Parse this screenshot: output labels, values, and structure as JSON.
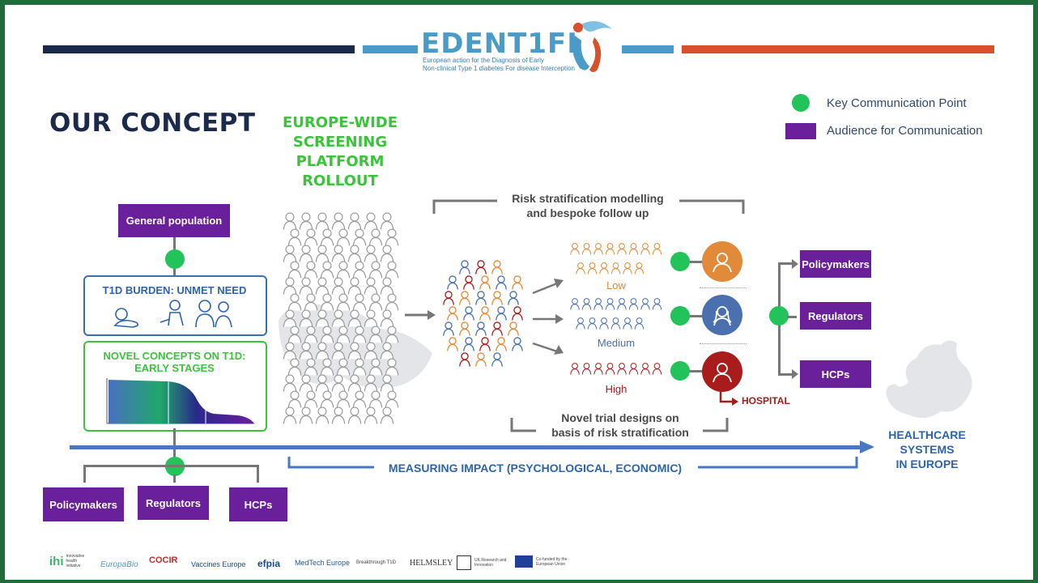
{
  "header": {
    "logo_text": "EDENT1FI",
    "logo_subtitle_line1": "European action for the Diagnosis of Early",
    "logo_subtitle_line2": "Non-clinical Type 1 diabetes For disease Interception"
  },
  "title": "OUR CONCEPT",
  "rollout": {
    "line1": "EUROPE-WIDE",
    "line2": "SCREENING",
    "line3": "PLATFORM",
    "line4": "ROLLOUT"
  },
  "legend": {
    "key_point": "Key Communication Point",
    "audience": "Audience for Communication"
  },
  "left": {
    "general_population": "General population",
    "burden_title": "T1D BURDEN: UNMET NEED",
    "novel_title_line1": "NOVEL CONCEPTS ON T1D:",
    "novel_title_line2": "EARLY STAGES"
  },
  "risk": {
    "header_line1": "Risk stratification modelling",
    "header_line2": "and bespoke follow up",
    "low": "Low",
    "medium": "Medium",
    "high": "High",
    "hospital": "HOSPITAL",
    "trial_line1": "Novel trial designs on",
    "trial_line2": "basis of risk stratification"
  },
  "right_audience": {
    "policymakers": "Policymakers",
    "regulators": "Regulators",
    "hcps": "HCPs"
  },
  "bottom_audience": {
    "policymakers": "Policymakers",
    "regulators": "Regulators",
    "hcps": "HCPs"
  },
  "impact": "MEASURING IMPACT (PSYCHOLOGICAL, ECONOMIC)",
  "healthcare": {
    "line1": "HEALTHCARE",
    "line2": "SYSTEMS",
    "line3": "IN EUROPE"
  },
  "partners": {
    "ihi": "Innovative health initiative",
    "europabio": "EuropaBio",
    "cocir": "COCIR",
    "vaccines": "Vaccines Europe",
    "efpia": "efpia",
    "medtech": "MedTech Europe",
    "breakthrough": "Breakthrough T1D",
    "helmsley": "HELMSLEY",
    "ukri": "UK Research and Innovation",
    "eu": "Co-funded by the European Union"
  },
  "colors": {
    "navy": "#1b2a4a",
    "teal": "#4a9bc7",
    "orange": "#d9512c",
    "green": "#22c35a",
    "purple": "#6a1f9b",
    "blue_arrow": "#4a78c0",
    "low": "#e08a3a",
    "medium": "#4a70b0",
    "high": "#a81c1c"
  }
}
